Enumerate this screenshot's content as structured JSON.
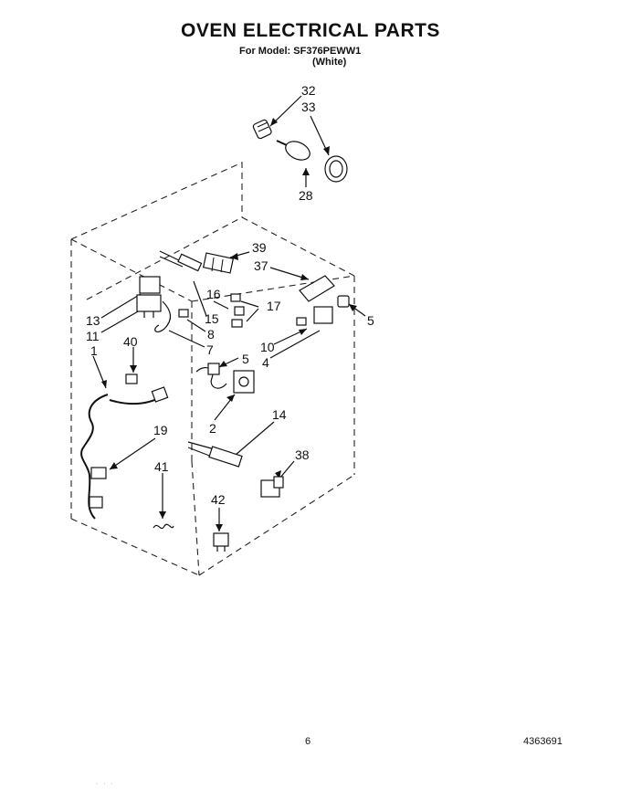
{
  "header": {
    "title": "OVEN ELECTRICAL PARTS",
    "model_line": "For Model: SF376PEWW1",
    "color_line": "(White)"
  },
  "callouts": [
    "32",
    "33",
    "28",
    "39",
    "37",
    "16",
    "17",
    "13",
    "15",
    "11",
    "8",
    "40",
    "7",
    "5",
    "10",
    "4",
    "1",
    "5",
    "14",
    "2",
    "19",
    "38",
    "41",
    "42"
  ],
  "footer": {
    "page_number": "6",
    "document_number": "4363691"
  }
}
